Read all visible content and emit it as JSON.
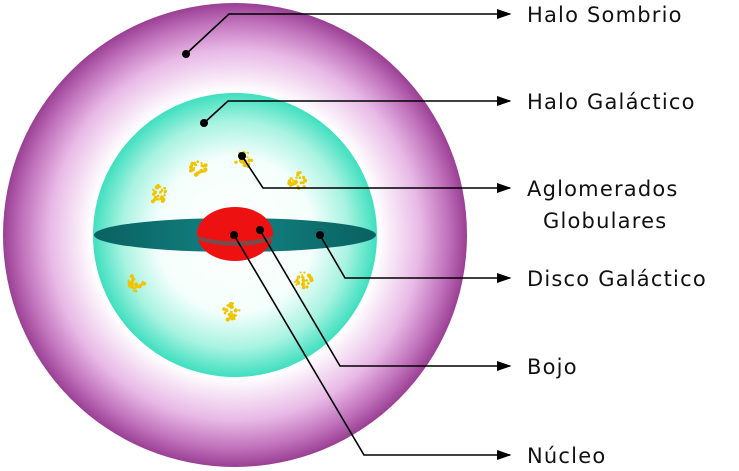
{
  "labels": {
    "halo_sombrio": "Halo Sombrio",
    "halo_galactico": "Halo Galáctico",
    "aglomerados_line1": "Aglomerados",
    "aglomerados_line2": "Globulares",
    "disco_galactico": "Disco Galáctico",
    "bojo": "Bojo",
    "nucleo": "Núcleo"
  },
  "colors": {
    "dark_halo": "#a0449a",
    "dark_halo_inner": "#ffffff",
    "galactic_halo": "#40e0c0",
    "galactic_halo_inner": "#ffffff",
    "disk": "#0e7070",
    "bulge": "#ee1111",
    "clusters": "#f0c400",
    "lines": "#000000"
  }
}
